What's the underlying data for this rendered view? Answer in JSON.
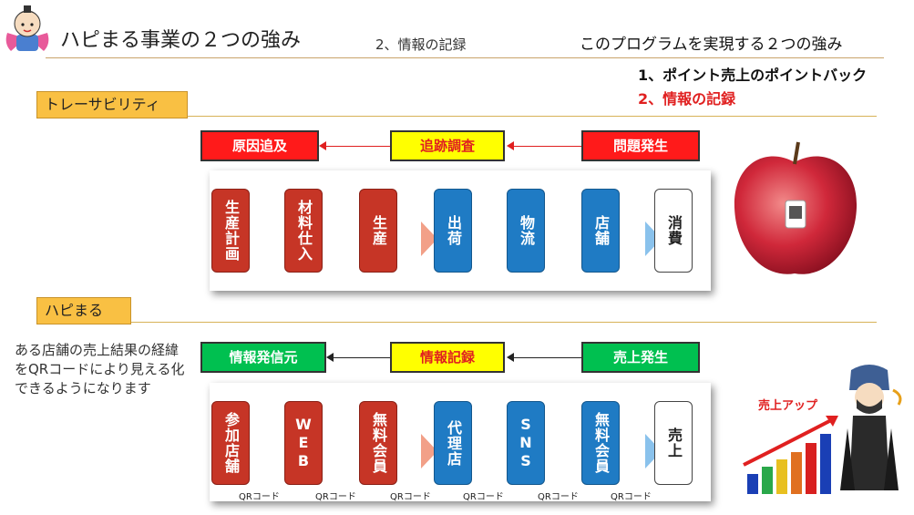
{
  "header": {
    "title": "ハピまる事業の２つの強み",
    "subtitle": "2、情報の記録",
    "right_title": "このプログラムを実現する２つの強み",
    "point1": "1、ポイント売上のポイントバック",
    "point2": "2、情報の記録"
  },
  "section1": {
    "label": "トレーサビリティ",
    "flow_boxes": [
      "原因追及",
      "追跡調査",
      "問題発生"
    ],
    "stages": [
      "生産計画",
      "材料仕入",
      "生産",
      "出荷",
      "物流",
      "店舗",
      "消費"
    ]
  },
  "section2": {
    "label": "ハピまる",
    "flow_boxes": [
      "情報発信元",
      "情報記録",
      "売上発生"
    ],
    "stages": [
      "参加店舗",
      "WEB",
      "無料会員",
      "代理店",
      "SNS",
      "無料会員",
      "売上"
    ],
    "qr_labels": [
      "QRコード",
      "QRコード",
      "QRコード",
      "QRコード",
      "QRコード",
      "QRコード"
    ]
  },
  "note": "ある店舗の売上結果の経緯をQRコードにより見える化できるようになります",
  "sales_chart_label": "売上アップ",
  "colors": {
    "accent_red": "#ff1a1a",
    "highlight_yellow": "#ffff00",
    "green": "#00c050",
    "section_orange": "#f9c043"
  }
}
